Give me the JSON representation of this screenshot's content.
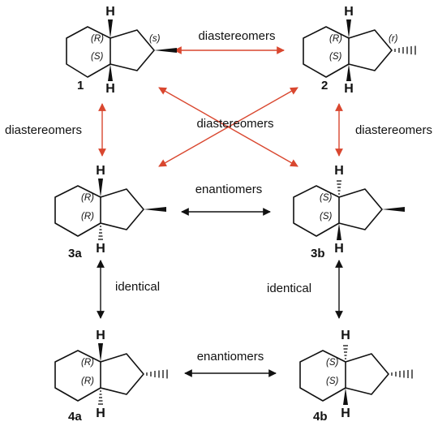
{
  "colors": {
    "red_arrow": "#d9472f",
    "black_arrow": "#111111",
    "ink": "#111111"
  },
  "relations": {
    "top": "diastereomers",
    "left": "diastereomers",
    "center": "diastereomers",
    "right": "diastereomers",
    "middle": "enantiomers",
    "identical_left": "identical",
    "identical_right": "identical",
    "bottom": "enantiomers"
  },
  "atoms": {
    "h": "H"
  },
  "compounds": {
    "c1": {
      "label": "1",
      "upper": "(R)",
      "lower": "(S)",
      "methyl_desc": "(s)"
    },
    "c2": {
      "label": "2",
      "upper": "(R)",
      "lower": "(S)",
      "methyl_desc": "(r)"
    },
    "c3a": {
      "label": "3a",
      "upper": "(R)",
      "lower": "(R)"
    },
    "c3b": {
      "label": "3b",
      "upper": "(S)",
      "lower": "(S)"
    },
    "c4a": {
      "label": "4a",
      "upper": "(R)",
      "lower": "(R)"
    },
    "c4b": {
      "label": "4b",
      "upper": "(S)",
      "lower": "(S)"
    }
  }
}
